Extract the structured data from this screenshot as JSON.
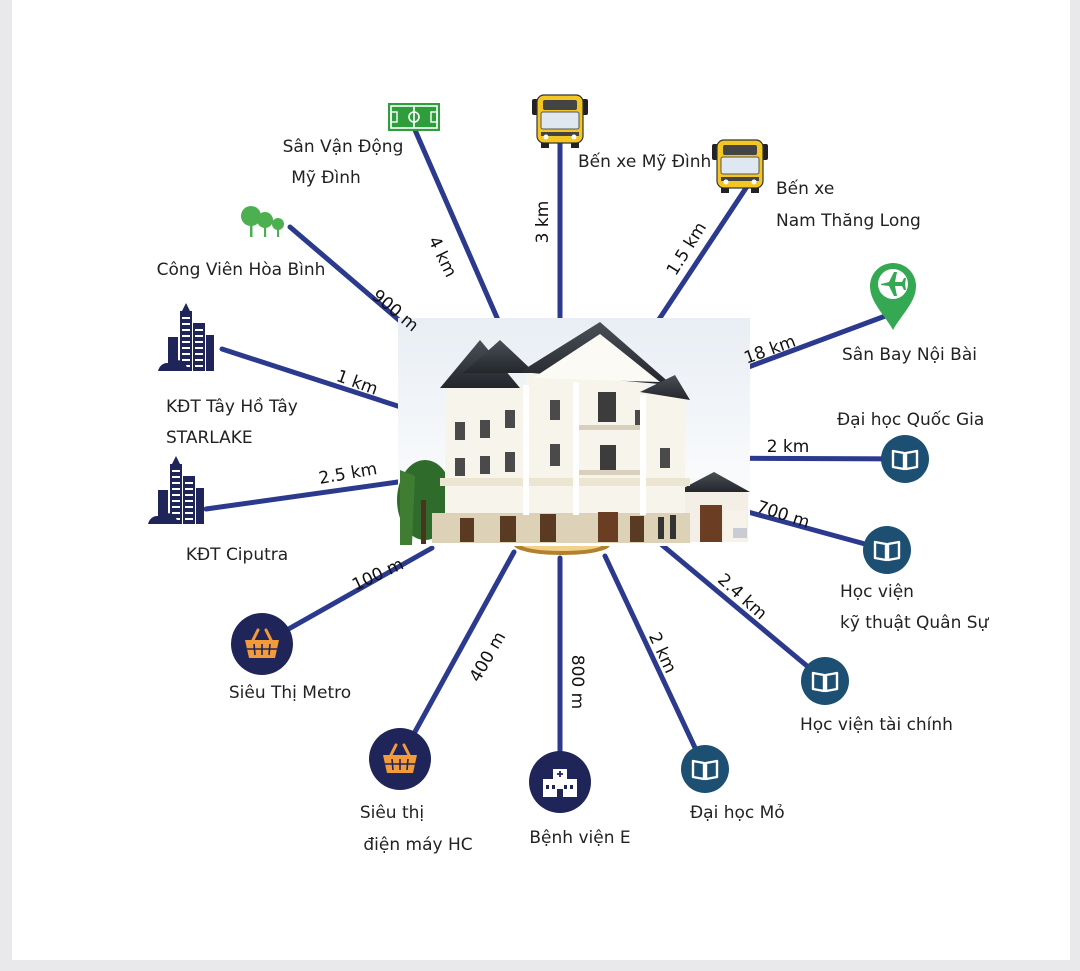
{
  "hub": {
    "name": "villa-image"
  },
  "colors": {
    "line": "#2b3a8c",
    "icon_bg": "#1f2559",
    "icon_teal": "#1d4f73",
    "bus": "#f3c623",
    "park": "#4caf50",
    "pin": "#34a853",
    "city": "#1f2559"
  },
  "destinations": [
    {
      "id": "san-van-dong",
      "icon": "stadium-icon",
      "label": [
        "Sân Vận Động",
        "Mỹ Đình"
      ],
      "distance": "4 km"
    },
    {
      "id": "ben-xe-my-dinh",
      "icon": "bus-icon",
      "label": [
        "Bến xe Mỹ Đình"
      ],
      "distance": "3 km"
    },
    {
      "id": "ben-xe-nam-thang-long",
      "icon": "bus-icon",
      "label": [
        "Bến xe",
        "Nam Thăng Long"
      ],
      "distance": "1.5 km"
    },
    {
      "id": "san-bay-noi-bai",
      "icon": "airport-pin-icon",
      "label": [
        "Sân Bay Nội Bài"
      ],
      "distance": "18 km"
    },
    {
      "id": "dai-hoc-quoc-gia",
      "icon": "book-icon",
      "label": [
        "Đại học Quốc Gia"
      ],
      "distance": "2 km"
    },
    {
      "id": "hoc-vien-ky-thuat-quan-su",
      "icon": "book-icon",
      "label": [
        "Học viện",
        "kỹ thuật Quân Sự"
      ],
      "distance": "700 m"
    },
    {
      "id": "hoc-vien-tai-chinh",
      "icon": "book-icon",
      "label": [
        "Học  viện tài chính"
      ],
      "distance": "2.4 km"
    },
    {
      "id": "dai-hoc-mo",
      "icon": "book-icon",
      "label": [
        "Đại học Mỏ"
      ],
      "distance": "2 km"
    },
    {
      "id": "benh-vien-e",
      "icon": "hospital-icon",
      "label": [
        "Bệnh viện E"
      ],
      "distance": "800 m"
    },
    {
      "id": "sieu-thi-dien-may-hc",
      "icon": "basket-icon",
      "label": [
        "Siêu thị",
        "điện máy HC"
      ],
      "distance": "400 m"
    },
    {
      "id": "sieu-thi-metro",
      "icon": "basket-icon",
      "label": [
        "Siêu Thị Metro"
      ],
      "distance": "100 m"
    },
    {
      "id": "kdt-ciputra",
      "icon": "city-icon",
      "label": [
        "KĐT Ciputra"
      ],
      "distance": "2.5 km"
    },
    {
      "id": "kdt-tay-ho-tay",
      "icon": "city-icon",
      "label": [
        "KĐT Tây Hồ Tây",
        "STARLAKE"
      ],
      "distance": "1 km"
    },
    {
      "id": "cong-vien-hoa-binh",
      "icon": "park-icon",
      "label": [
        "Công Viên Hòa Bình"
      ],
      "distance": "900 m"
    }
  ]
}
